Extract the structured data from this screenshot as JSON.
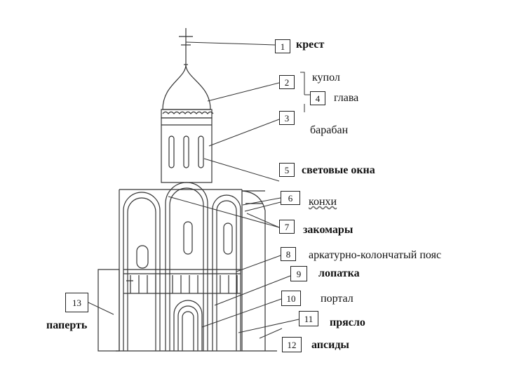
{
  "labels": [
    {
      "number": "1",
      "term": "крест"
    },
    {
      "number": "2",
      "term": "купол"
    },
    {
      "number": "3",
      "term": "барабан"
    },
    {
      "number": "4",
      "term": "глава"
    },
    {
      "number": "5",
      "term": "световые окна"
    },
    {
      "number": "6",
      "term": "конхи"
    },
    {
      "number": "7",
      "term": "закомары"
    },
    {
      "number": "8",
      "term": "аркатурно-колончатый пояс"
    },
    {
      "number": "9",
      "term": "лопатка"
    },
    {
      "number": "10",
      "term": "портал"
    },
    {
      "number": "11",
      "term": "прясло"
    },
    {
      "number": "12",
      "term": "апсиды"
    },
    {
      "number": "13",
      "term": "паперть"
    }
  ]
}
